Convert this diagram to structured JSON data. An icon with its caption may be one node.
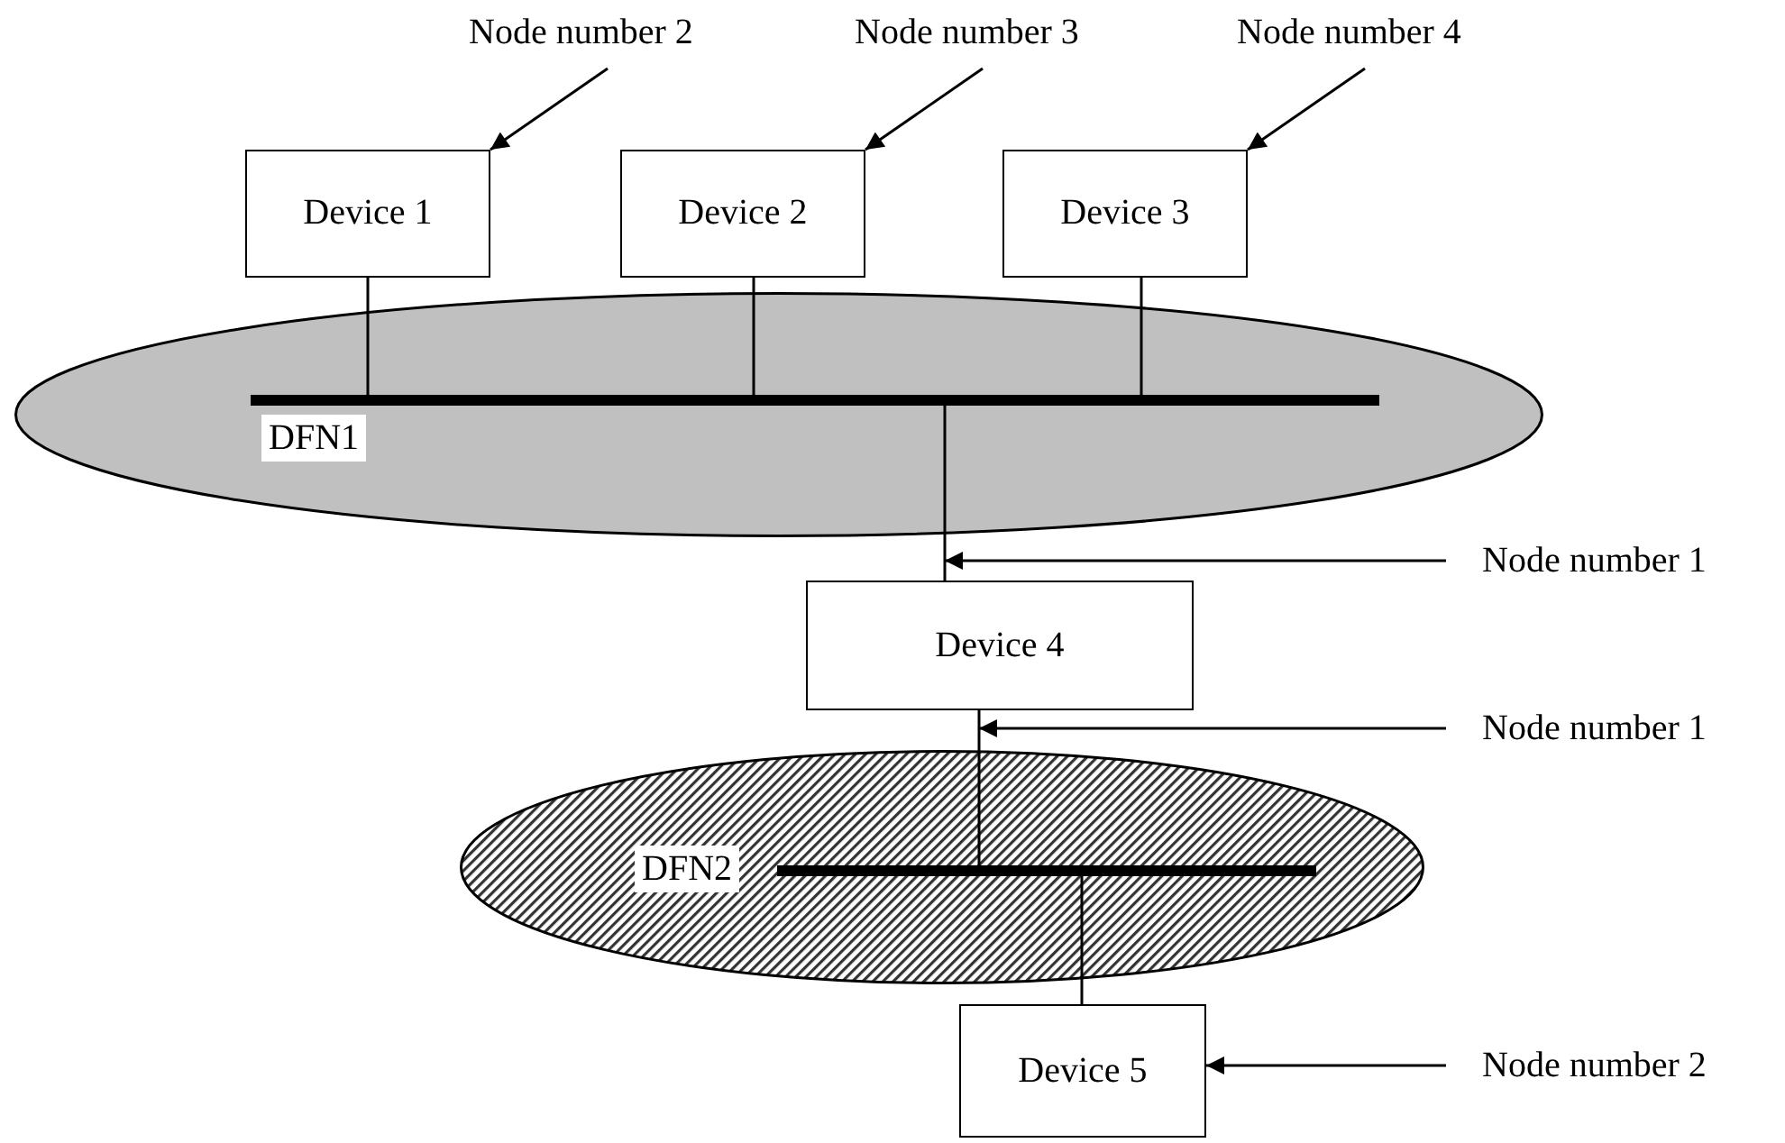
{
  "diagram": {
    "nodes": [
      {
        "text": [
          "Node number 2"
        ]
      },
      {
        "text": [
          "Node number 3"
        ]
      },
      {
        "text": [
          "Node number 4"
        ]
      },
      {
        "text": [
          "Device 1"
        ]
      },
      {
        "text": [
          "Device 2"
        ]
      },
      {
        "text": [
          "Device 3"
        ]
      },
      {
        "text": [
          "DFN1"
        ]
      },
      {
        "text": [],
        "shape": "bar",
        "in": 6
      },
      {
        "text": [
          "Node number 1"
        ]
      },
      {
        "text": [
          "Device 4"
        ]
      },
      {
        "text": [
          "Node number 1"
        ]
      },
      {
        "text": [
          "DFN2"
        ]
      },
      {
        "text": [],
        "shape": "bar",
        "in": 11
      },
      {
        "text": [
          "Device 5"
        ]
      },
      {
        "text": [
          "Node number 2"
        ]
      }
    ],
    "edges": [
      {
        "from": 0,
        "to": 3,
        "arrow": "to"
      },
      {
        "from": 1,
        "to": 4,
        "arrow": "to"
      },
      {
        "from": 2,
        "to": 5,
        "arrow": "to"
      },
      {
        "from": 3,
        "to": 7,
        "arrow": "none"
      },
      {
        "from": 4,
        "to": 7,
        "arrow": "none"
      },
      {
        "from": 5,
        "to": 7,
        "arrow": "none"
      },
      {
        "from": 7,
        "to": 9,
        "arrow": "none"
      },
      {
        "from": 8,
        "to": 9,
        "arrow": "to"
      },
      {
        "from": 9,
        "to": 12,
        "arrow": "none"
      },
      {
        "from": 10,
        "to": 9,
        "arrow": "to"
      },
      {
        "from": 12,
        "to": 13,
        "arrow": "none"
      },
      {
        "from": 14,
        "to": 13,
        "arrow": "to"
      }
    ]
  }
}
